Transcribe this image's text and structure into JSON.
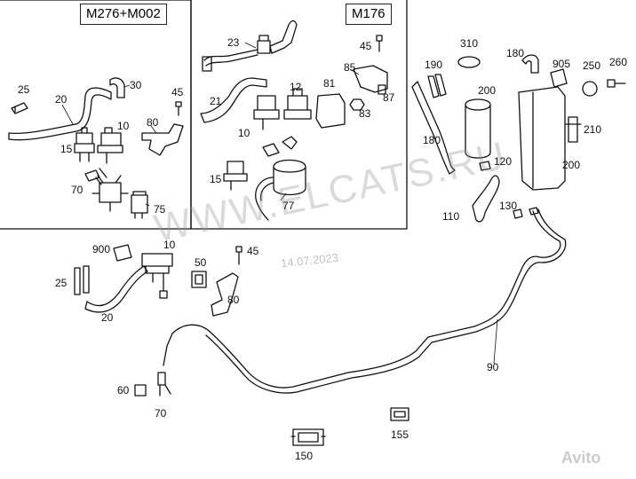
{
  "panels": {
    "left_title": "M276+M002",
    "right_title": "M176"
  },
  "watermark": {
    "site": "WWW.ELCATS.RU",
    "date": "14.07.2023",
    "brand": "Avito"
  },
  "callouts": {
    "p25a": "25",
    "p20a": "20",
    "p30": "30",
    "p45a": "45",
    "p10a": "10",
    "p80a": "80",
    "p15a": "15",
    "p70a": "70",
    "p75": "75",
    "p23": "23",
    "p45b": "45",
    "p85": "85",
    "p87": "87",
    "p21": "21",
    "p12": "12",
    "p81": "81",
    "p83": "83",
    "p10b": "10",
    "p15b": "15",
    "p77": "77",
    "p310": "310",
    "p190": "190",
    "p180a": "180",
    "p905": "905",
    "p250": "250",
    "p260": "260",
    "p200a": "200",
    "p180b": "180",
    "p210": "210",
    "p120": "120",
    "p200b": "200",
    "p110": "110",
    "p130": "130",
    "p900": "900",
    "p10c": "10",
    "p45c": "45",
    "p50": "50",
    "p25b": "25",
    "p80b": "80",
    "p20b": "20",
    "p60": "60",
    "p70b": "70",
    "p90": "90",
    "p155": "155",
    "p150": "150"
  }
}
